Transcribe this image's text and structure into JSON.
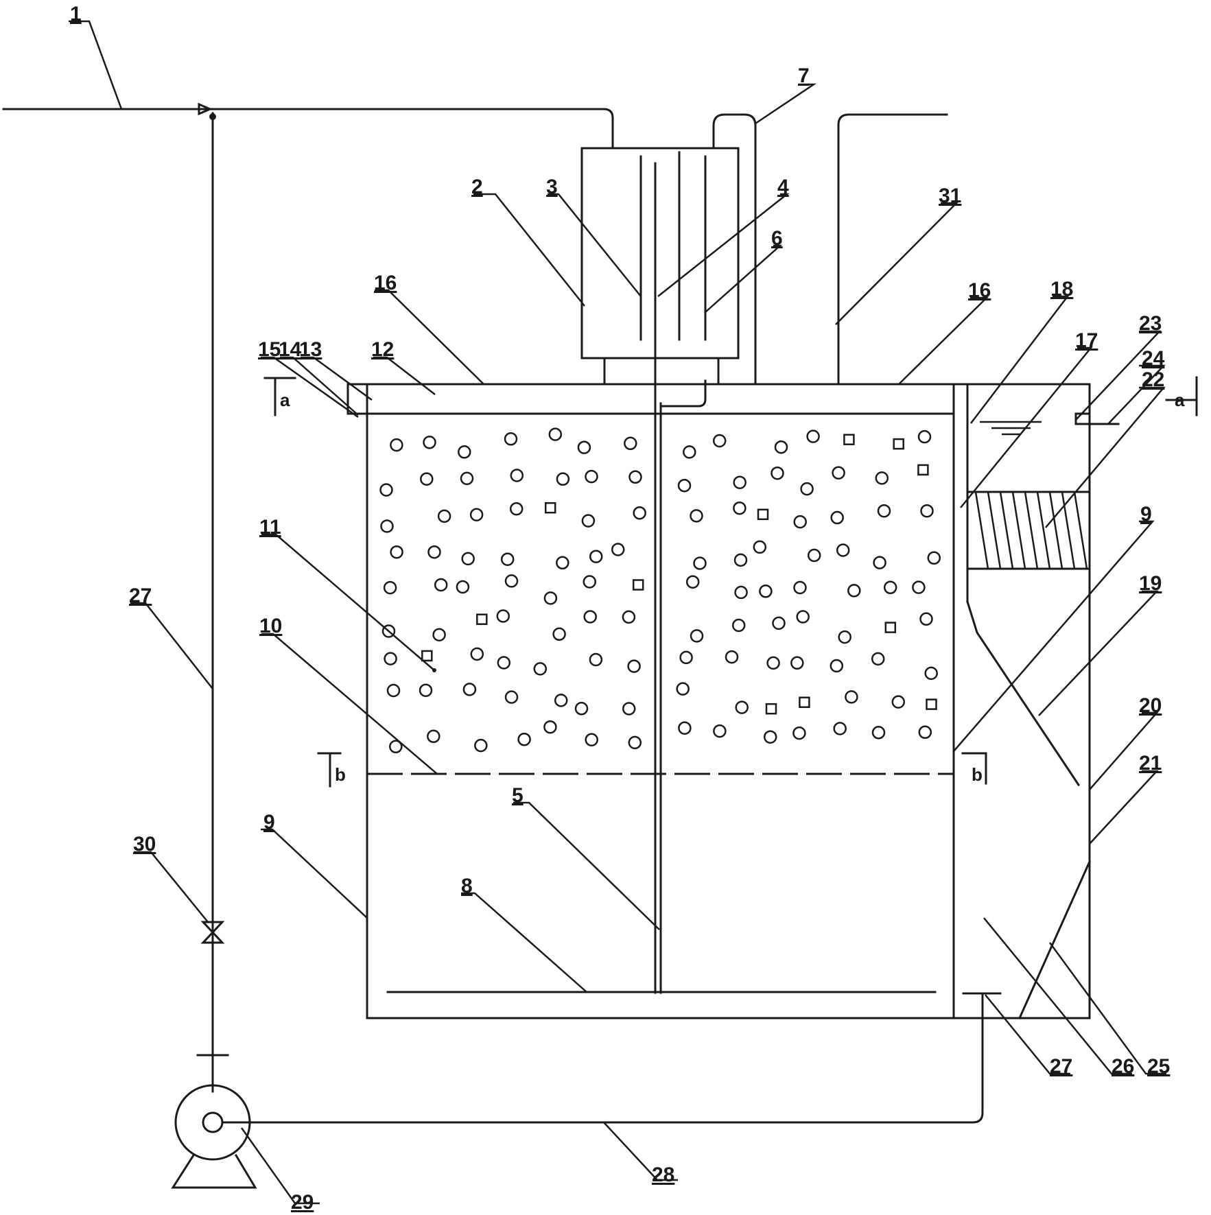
{
  "labels": {
    "l1": "1",
    "l2": "2",
    "l3": "3",
    "l4": "4",
    "l6": "6",
    "l7": "7",
    "l31": "31",
    "l16a": "16",
    "l16b": "16",
    "l18": "18",
    "l17": "17",
    "l23": "23",
    "l24": "24",
    "l22": "22",
    "l15": "15",
    "l14": "14",
    "l13": "13",
    "l12": "12",
    "l11": "11",
    "l10": "10",
    "l9a": "9",
    "l9b": "9",
    "l19": "19",
    "l20": "20",
    "l21": "21",
    "l27a": "27",
    "l27b": "27",
    "l5": "5",
    "l8": "8",
    "l30": "30",
    "l26": "26",
    "l25": "25",
    "l29": "29",
    "l28": "28"
  },
  "section_marks": {
    "a_left": "a",
    "a_right": "a",
    "b_left": "b",
    "b_right": "b"
  }
}
